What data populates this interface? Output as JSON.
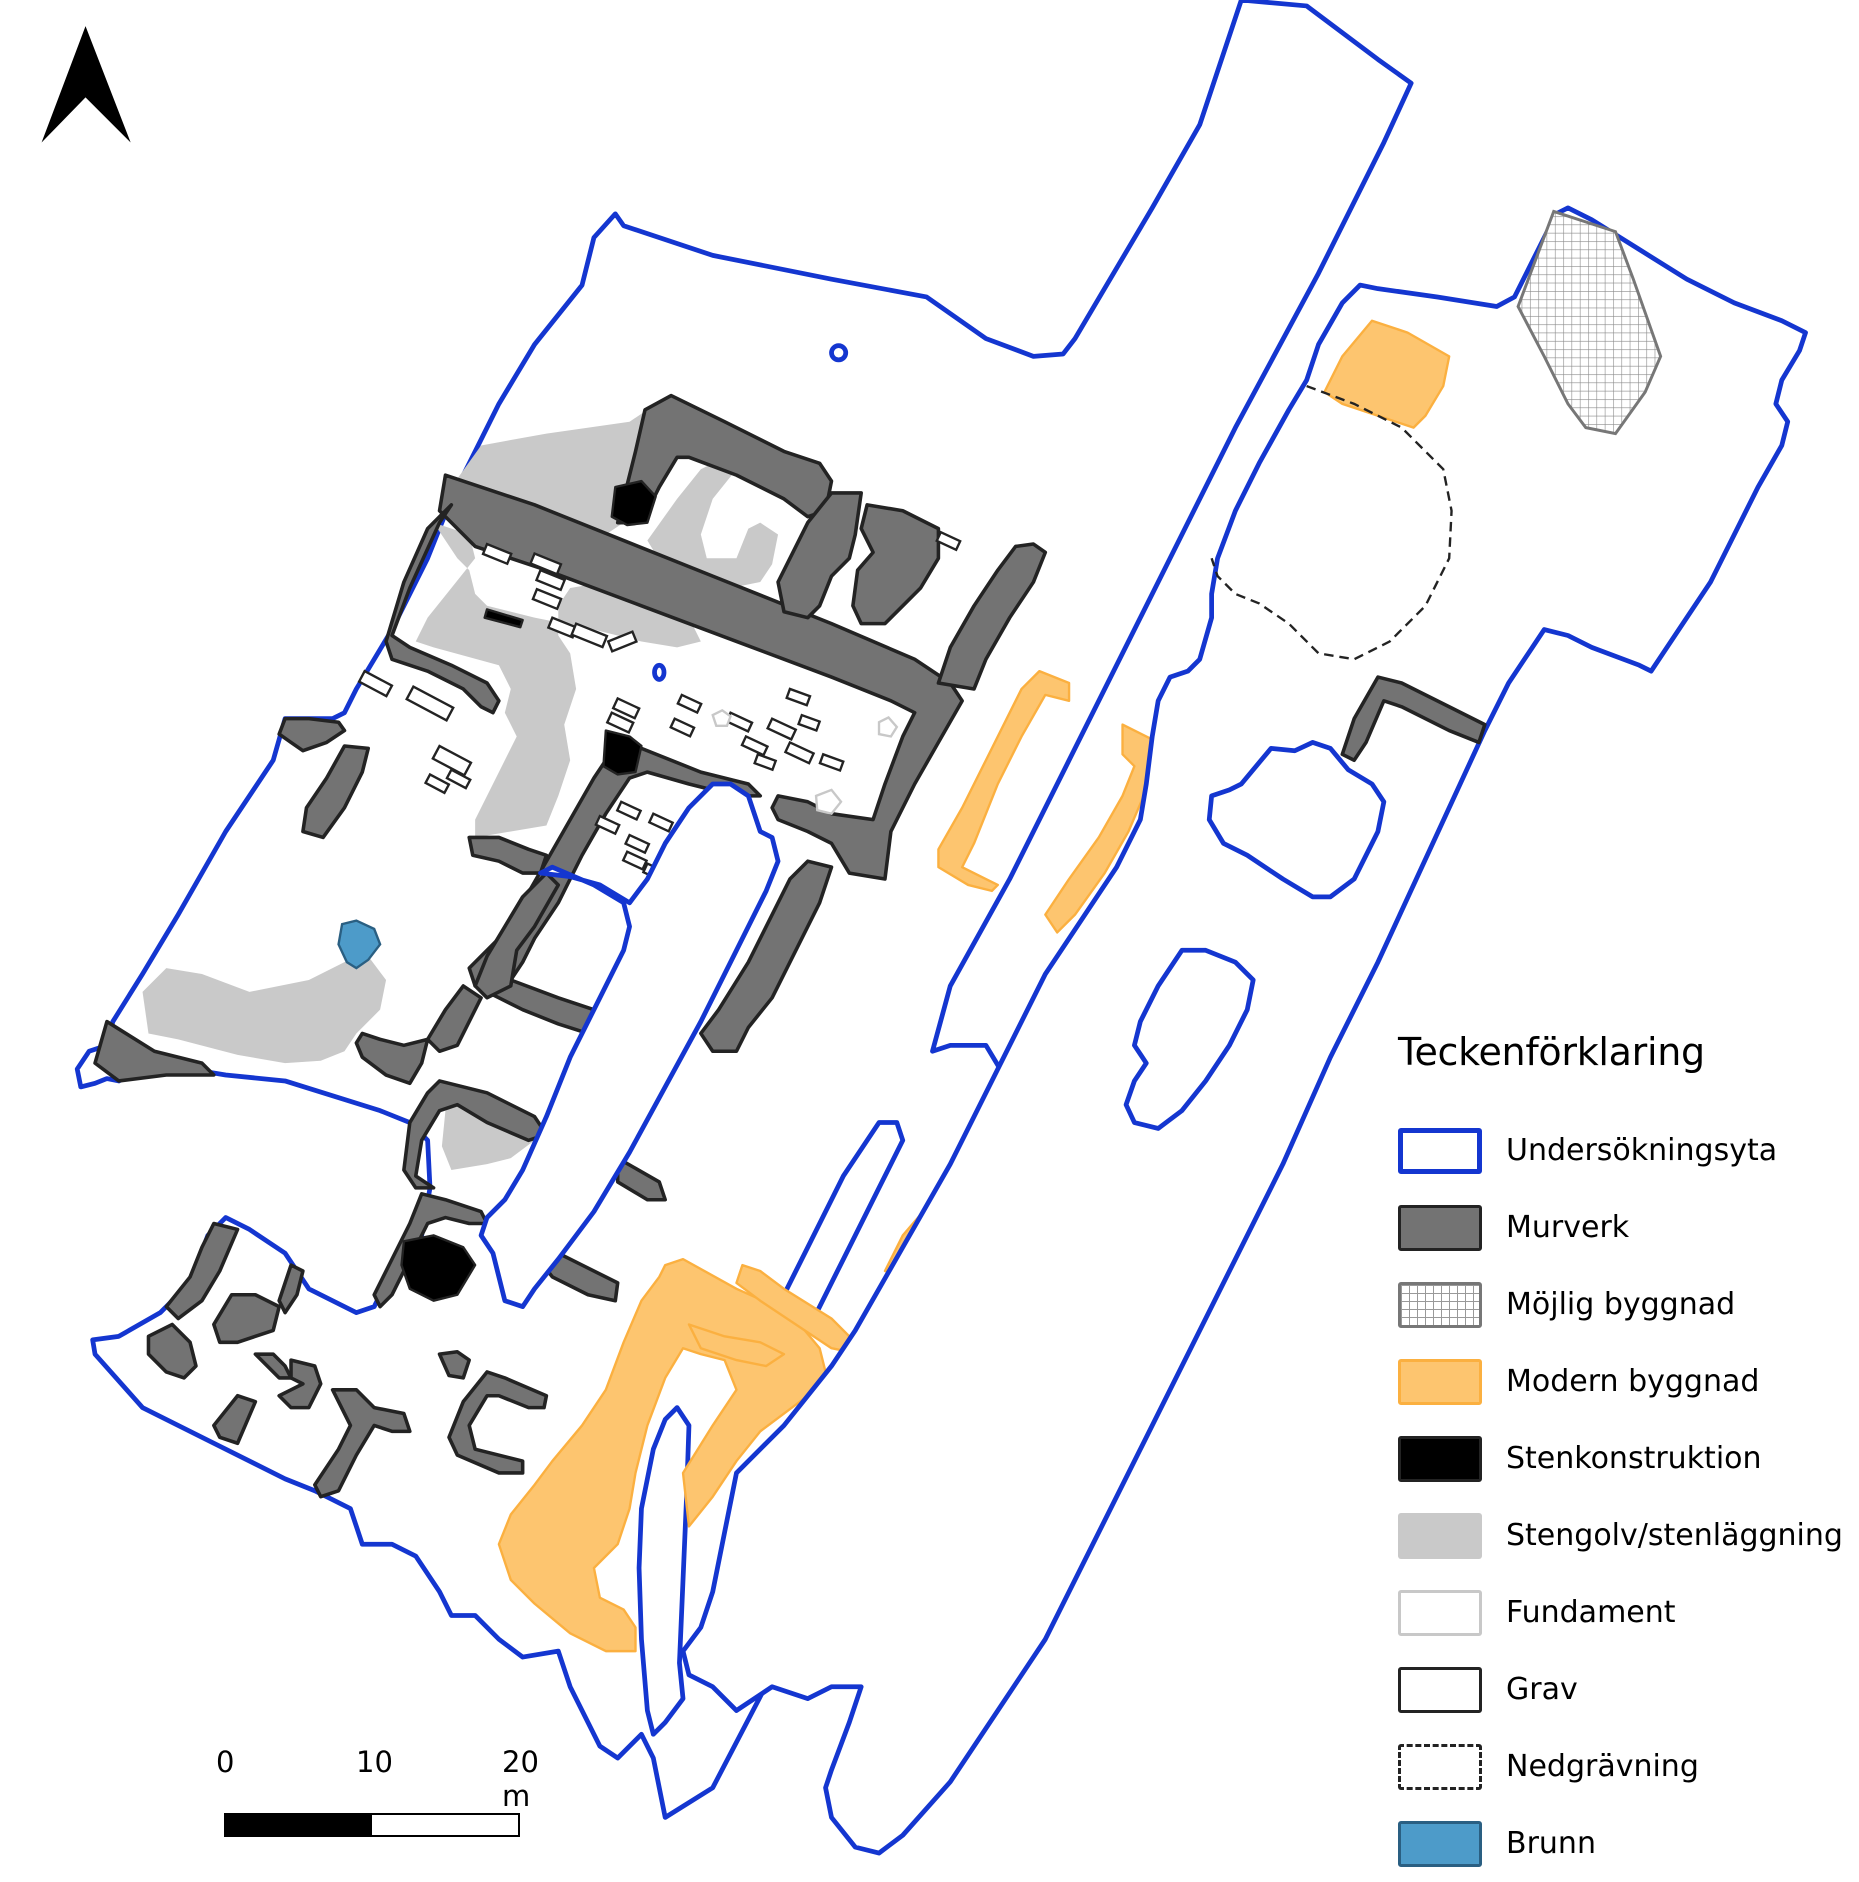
{
  "map": {
    "north_arrow": "north-arrow-icon",
    "legend": {
      "title": "Teckenförklaring",
      "items": [
        {
          "label": "Undersökningsyta",
          "symbol": "blue-outline",
          "color": "#1436d0"
        },
        {
          "label": "Murverk",
          "symbol": "dark-gray-fill",
          "color": "#737373"
        },
        {
          "label": "Möjlig byggnad",
          "symbol": "grid-hatch",
          "color": "#777777"
        },
        {
          "label": "Modern byggnad",
          "symbol": "orange-fill",
          "color": "#fdc56f"
        },
        {
          "label": "Stenkonstruktion",
          "symbol": "black-fill",
          "color": "#000000"
        },
        {
          "label": "Stengolv/stenläggning",
          "symbol": "light-gray-fill",
          "color": "#c9c9c9"
        },
        {
          "label": "Fundament",
          "symbol": "light-gray-outline",
          "color": "#c8c8c8"
        },
        {
          "label": "Grav",
          "symbol": "black-outline",
          "color": "#232323"
        },
        {
          "label": "Nedgrävning",
          "symbol": "dashed-outline",
          "color": "#232323"
        },
        {
          "label": "Brunn",
          "symbol": "blue-fill",
          "color": "#4d9bc9"
        }
      ]
    },
    "scale_bar": {
      "ticks": [
        "0",
        "10",
        "20 m"
      ],
      "unit": "m"
    }
  }
}
